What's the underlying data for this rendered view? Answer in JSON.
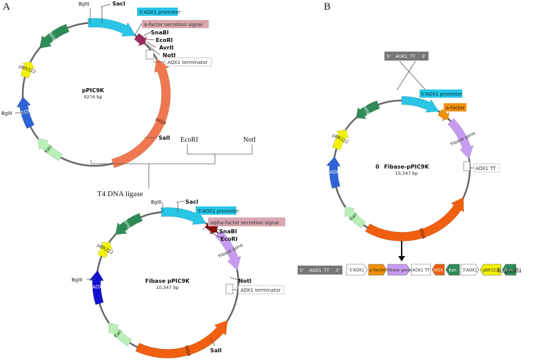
{
  "panels": {
    "a_letter": "A",
    "b_letter": "B"
  },
  "plasmid1": {
    "name": "pPIC9K",
    "size": "9276 bp",
    "sites": {
      "bglii_top": "BglII",
      "saci": "SacI",
      "snabi": "SnaBI",
      "ecori": "EcoRI",
      "avrii": "AvrII",
      "noti": "NotI",
      "bglii_left": "BglII",
      "sali": "SalI"
    },
    "features": {
      "promoter": "5'AOX1 promoter",
      "signal": "α-factor secretion signal",
      "terminator": "AOX1 terminator",
      "amp": "Amp",
      "pbr": "pBR322",
      "aox3": "3'AOX1",
      "kan": "Kan",
      "his4": "HIS4"
    }
  },
  "insert": {
    "ecori": "EcoRI",
    "noti": "NotI"
  },
  "ligase": "T4 DNA ligase",
  "plasmid2": {
    "name": "Fibase pPIC9K",
    "size": "10,347 bp",
    "sites": {
      "bglii_top": "BglII",
      "saci": "SacI",
      "snabi": "SnaBI",
      "ecori": "EcoRI",
      "noti": "NotI",
      "bglii_left": "BglII",
      "sali": "SalI"
    },
    "features": {
      "promoter": "5'AOX1 promoter",
      "signal": "alpha-factor secretion signal",
      "terminator": "AOX1 terminator",
      "fibase": "Fibase gene",
      "amp": "Amp",
      "pbr": "pBR322",
      "aox3": "3'AOX1",
      "kan": "Kan",
      "his4": "HIS4"
    }
  },
  "genome_box": [
    "5'",
    "AOX1",
    "TT",
    "3'"
  ],
  "plasmid3": {
    "prefix": "0",
    "name": "Fibase-pPIC9K",
    "size": "10,347 bp",
    "features": {
      "promoter": "5'AOX1 promoter",
      "afactor": "a-factor",
      "fibase": "Fibase gene",
      "terminator": "AOX1 TT",
      "amp": "Amp",
      "pbr": "pBR322",
      "aox3": "3'AOX1",
      "kan": "Kan",
      "his4": "HIS4"
    }
  },
  "integration": {
    "genome_box": [
      "5'",
      "AOX1",
      "TT",
      "3'"
    ],
    "cassette": [
      "5'AOX1",
      "a-factor",
      "Fibase gene",
      "AOX1 TT",
      "HIS4",
      "Kan",
      "3'AOX1",
      "pBR322",
      "Amp"
    ],
    "host": "K. phaffii"
  },
  "colors": {
    "promoter": "#29c5e6",
    "amp": "#2e8b57",
    "pbr": "#f2f200",
    "aox3": "#2f63d6",
    "aox3_dark": "#1010d0",
    "kan": "#b8f0b8",
    "his4": "#f07850",
    "his4_dark": "#f06010",
    "signal": "#9b2a5b",
    "signal_dark": "#8b0000",
    "fibase": "#c79cf0",
    "afactor": "#f0900a",
    "signal_label_bg": "#d8a8b0",
    "genome_bg": "#777777"
  }
}
